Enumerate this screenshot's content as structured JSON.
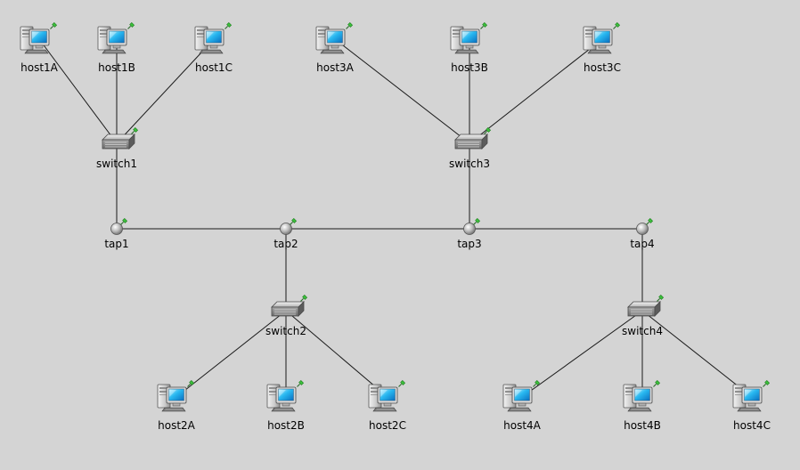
{
  "diagram": {
    "nodes": [
      {
        "id": "host1A",
        "label": "host1A",
        "type": "host"
      },
      {
        "id": "host1B",
        "label": "host1B",
        "type": "host"
      },
      {
        "id": "host1C",
        "label": "host1C",
        "type": "host"
      },
      {
        "id": "host3A",
        "label": "host3A",
        "type": "host"
      },
      {
        "id": "host3B",
        "label": "host3B",
        "type": "host"
      },
      {
        "id": "host3C",
        "label": "host3C",
        "type": "host"
      },
      {
        "id": "switch1",
        "label": "switch1",
        "type": "switch"
      },
      {
        "id": "switch3",
        "label": "switch3",
        "type": "switch"
      },
      {
        "id": "tap1",
        "label": "tap1",
        "type": "tap"
      },
      {
        "id": "tap2",
        "label": "tap2",
        "type": "tap"
      },
      {
        "id": "tap3",
        "label": "tap3",
        "type": "tap"
      },
      {
        "id": "tap4",
        "label": "tap4",
        "type": "tap"
      },
      {
        "id": "switch2",
        "label": "switch2",
        "type": "switch"
      },
      {
        "id": "switch4",
        "label": "switch4",
        "type": "switch"
      },
      {
        "id": "host2A",
        "label": "host2A",
        "type": "host"
      },
      {
        "id": "host2B",
        "label": "host2B",
        "type": "host"
      },
      {
        "id": "host2C",
        "label": "host2C",
        "type": "host"
      },
      {
        "id": "host4A",
        "label": "host4A",
        "type": "host"
      },
      {
        "id": "host4B",
        "label": "host4B",
        "type": "host"
      },
      {
        "id": "host4C",
        "label": "host4C",
        "type": "host"
      }
    ],
    "links": [
      [
        "host1A",
        "switch1"
      ],
      [
        "host1B",
        "switch1"
      ],
      [
        "host1C",
        "switch1"
      ],
      [
        "host3A",
        "switch3"
      ],
      [
        "host3B",
        "switch3"
      ],
      [
        "host3C",
        "switch3"
      ],
      [
        "switch1",
        "tap1"
      ],
      [
        "switch3",
        "tap3"
      ],
      [
        "tap1",
        "tap2"
      ],
      [
        "tap2",
        "tap3"
      ],
      [
        "tap3",
        "tap4"
      ],
      [
        "tap2",
        "switch2"
      ],
      [
        "tap4",
        "switch4"
      ],
      [
        "switch2",
        "host2A"
      ],
      [
        "switch2",
        "host2B"
      ],
      [
        "switch2",
        "host2C"
      ],
      [
        "switch4",
        "host4A"
      ],
      [
        "switch4",
        "host4B"
      ],
      [
        "switch4",
        "host4C"
      ]
    ]
  }
}
